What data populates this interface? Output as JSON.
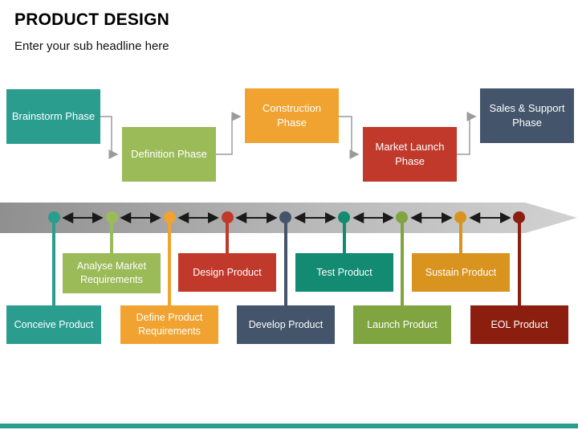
{
  "title": "PRODUCT DESIGN",
  "subtitle": "Enter your sub headline here",
  "colors": {
    "accent_bar": "#2A9D8F",
    "connector_gray": "#9B9B9B",
    "arrow_black": "#1A1A1A",
    "band_dark": "#8F8F8F",
    "band_light": "#D2D2D2"
  },
  "phases": [
    {
      "label": "Brainstorm Phase",
      "color": "#2A9D8F"
    },
    {
      "label": "Definition Phase",
      "color": "#9BBB59"
    },
    {
      "label": "Construction Phase",
      "color": "#F0A330"
    },
    {
      "label": "Market Launch Phase",
      "color": "#C0392B"
    },
    {
      "label": "Sales & Support Phase",
      "color": "#44546A"
    }
  ],
  "steps": [
    {
      "label": "Conceive Product",
      "color": "#2A9D8F"
    },
    {
      "label": "Analyse Market Requirements",
      "color": "#9BBB59"
    },
    {
      "label": "Define Product Requirements",
      "color": "#F0A330"
    },
    {
      "label": "Design Product",
      "color": "#C0392B"
    },
    {
      "label": "Develop Product",
      "color": "#44546A"
    },
    {
      "label": "Test Product",
      "color": "#138A72"
    },
    {
      "label": "Launch Product",
      "color": "#7FA440"
    },
    {
      "label": "Sustain Product",
      "color": "#D8941F"
    },
    {
      "label": "EOL Product",
      "color": "#8C1E10"
    }
  ]
}
